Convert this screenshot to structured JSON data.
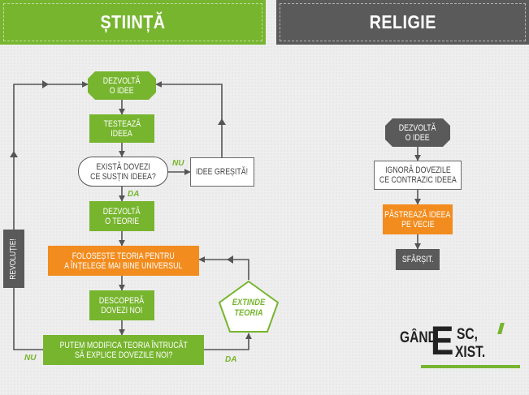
{
  "colors": {
    "green": "#77b52f",
    "orange": "#f28c1e",
    "grey": "#5a5a5a",
    "bg": "#eeeeee",
    "line": "#555555"
  },
  "headers": {
    "science": "ȘTIINȚĂ",
    "religion": "RELIGIE"
  },
  "science": {
    "develop_idea": {
      "line1": "DEZVOLTĂ",
      "line2": "O IDEE"
    },
    "test_idea": {
      "line1": "TESTEAZĂ",
      "line2": "IDEEA"
    },
    "evidence_question": {
      "line1": "EXISTĂ DOVEZI",
      "line2": "CE SUSȚIN IDEEA?"
    },
    "no_label": "NU",
    "wrong_idea": "IDEE GREȘITĂ!",
    "yes_label": "DA",
    "develop_theory": {
      "line1": "DEZVOLTĂ",
      "line2": "O TEORIE"
    },
    "use_theory": {
      "line1": "FOLOSEȘTE TEORIA PENTRU",
      "line2": "A ÎNȚELEGE MAI BINE UNIVERSUL"
    },
    "discover_evidence": {
      "line1": "DESCOPERĂ",
      "line2": "DOVEZI NOI"
    },
    "modify_question": {
      "line1": "PUTEM MODIFICA TEORIA ÎNTRUCÂT",
      "line2": "SĂ EXPLICE DOVEZILE NOI?"
    },
    "extend_theory": {
      "line1": "EXTINDE",
      "line2": "TEORIA"
    },
    "yes_label_bottom": "DA",
    "no_label_bottom": "NU",
    "revolution": "REVOLUȚIE!"
  },
  "religion": {
    "develop_idea": {
      "line1": "DEZVOLTĂ",
      "line2": "O IDEE"
    },
    "ignore_evidence": {
      "line1": "IGNORĂ DOVEZILE",
      "line2": "CE CONTRAZIC IDEEA"
    },
    "keep_idea": {
      "line1": "PĂSTREAZĂ IDEEA",
      "line2": "PE VECIE"
    },
    "end": "SFÂRȘIT."
  },
  "logo": {
    "part1": "GÂND",
    "big_e": "E",
    "part2": "SC,",
    "part3": "XIST."
  }
}
